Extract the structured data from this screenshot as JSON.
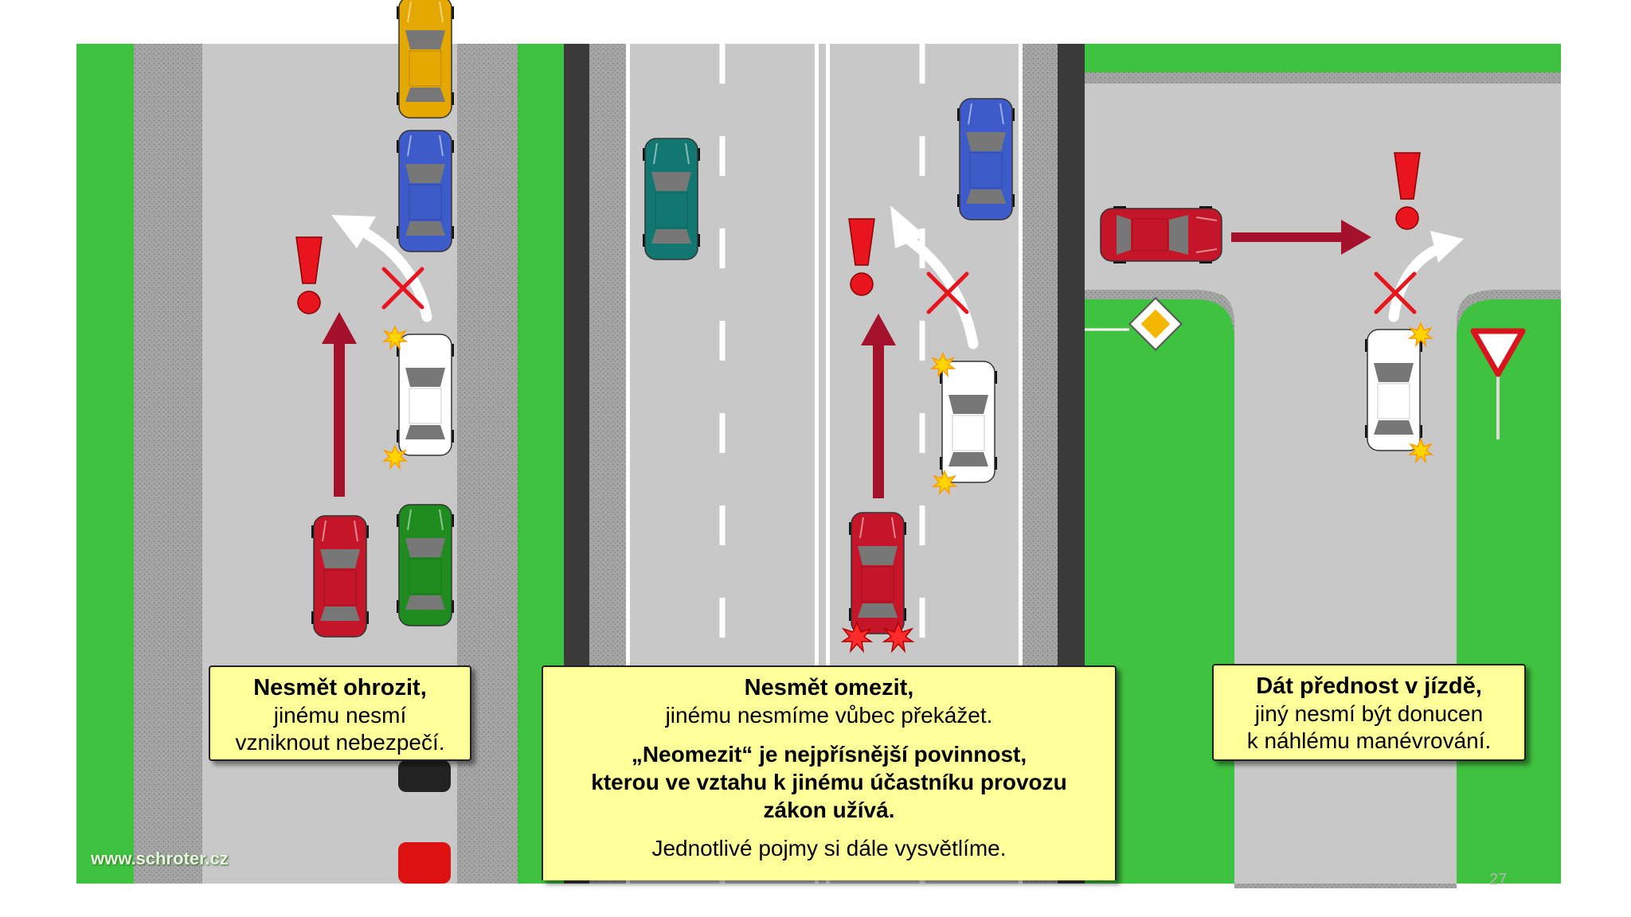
{
  "callouts": {
    "left": {
      "title": "Nesmět ohrozit,",
      "line1": "jinému nesmí",
      "line2": "vzniknout nebezpečí."
    },
    "middle": {
      "title": "Nesmět omezit,",
      "line1": "jinému nesmíme vůbec překážet.",
      "bold1": "„Neomezit“ je nejpřísnější povinnost,",
      "bold2": "kterou ve vztahu k jinému účastníku provozu",
      "bold3": "zákon užívá.",
      "line2": "Jednotlivé pojmy si dále vysvětlíme."
    },
    "right": {
      "title": "Dát přednost v jízdě,",
      "line1": "jiný nesmí být donucen",
      "line2": "k náhlému manévrování."
    }
  },
  "watermark": "www.schroter.cz",
  "page_number": "27",
  "colors": {
    "grass": "#3fc23f",
    "road": "#c8c8c8",
    "kerb": "#9a9a9a",
    "barrier": "#3a3a3a",
    "arrow": "#a4112a",
    "warning": "#e8141e",
    "callout_bg": "#ffff99"
  },
  "icons": {
    "warning": "exclamation-icon",
    "forbidden": "red-cross-icon",
    "priority": "priority-road-sign-icon",
    "yield": "yield-sign-icon",
    "blinker": "turn-signal-icon",
    "brake": "brake-light-icon"
  }
}
